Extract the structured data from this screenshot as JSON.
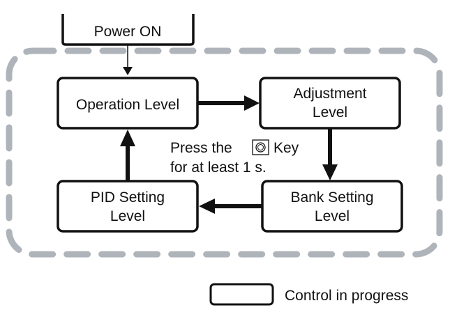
{
  "colors": {
    "region_border": "#aeb4ba",
    "box_border": "#111111",
    "text": "#111111",
    "background": "#ffffff"
  },
  "nodes": {
    "power_on": "Power ON",
    "operation_level": "Operation Level",
    "adjustment_level": [
      "Adjustment",
      "Level"
    ],
    "bank_setting_level": [
      "Bank Setting",
      "Level"
    ],
    "pid_setting_level": [
      "PID Setting",
      "Level"
    ]
  },
  "note": {
    "line1_before_icon": "Press the",
    "key_icon": "mode-key-icon",
    "line1_after_icon": "Key",
    "line2": "for at least 1 s."
  },
  "legend": {
    "label": "Control in progress"
  }
}
